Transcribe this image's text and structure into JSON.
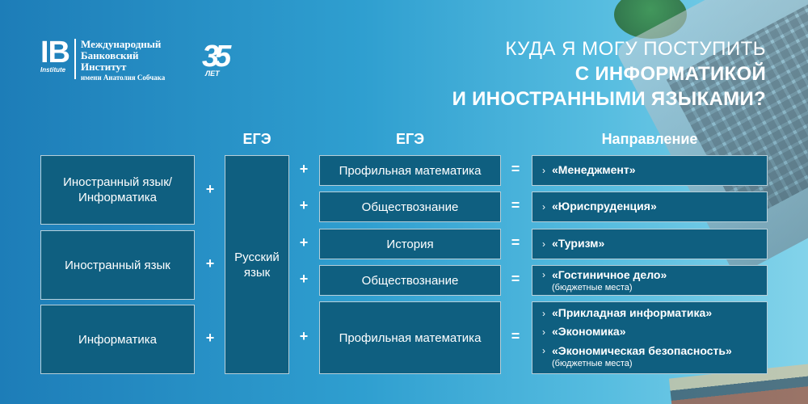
{
  "logo": {
    "mark": "IB",
    "sub": "Institute",
    "line1": "Международный",
    "line2": "Банковский",
    "line3": "Институт",
    "line4": "имени Анатолия Собчака"
  },
  "anniversary": {
    "number": "35",
    "label": "ЛЕТ"
  },
  "title": {
    "line1": "КУДА Я МОГУ ПОСТУПИТЬ",
    "line2": "С ИНФОРМАТИКОЙ",
    "line3": "И ИНОСТРАННЫМИ ЯЗЫКАМИ?"
  },
  "headers": {
    "ege1": "ЕГЭ",
    "ege2": "ЕГЭ",
    "direction": "Направление"
  },
  "operators": {
    "plus": "+",
    "equals": "=",
    "chevron": "›"
  },
  "left_subjects": [
    "Иностранный язык/ Информатика",
    "Иностранный язык",
    "Информатика"
  ],
  "middle_subject": "Русский язык",
  "rows": [
    {
      "subject": "Профильная математика",
      "results": [
        {
          "label": "«Менеджмент»",
          "note": ""
        }
      ]
    },
    {
      "subject": "Обществознание",
      "results": [
        {
          "label": "«Юриспруденция»",
          "note": ""
        }
      ]
    },
    {
      "subject": "История",
      "results": [
        {
          "label": "«Туризм»",
          "note": ""
        }
      ]
    },
    {
      "subject": "Обществознание",
      "results": [
        {
          "label": "«Гостиничное дело»",
          "note": "(бюджетные места)"
        }
      ]
    },
    {
      "subject": "Профильная математика",
      "results": [
        {
          "label": "«Прикладная информатика»",
          "note": ""
        },
        {
          "label": "«Экономика»",
          "note": ""
        },
        {
          "label": "«Экономическая безопасность»",
          "note": "(бюджетные места)"
        }
      ]
    }
  ]
}
